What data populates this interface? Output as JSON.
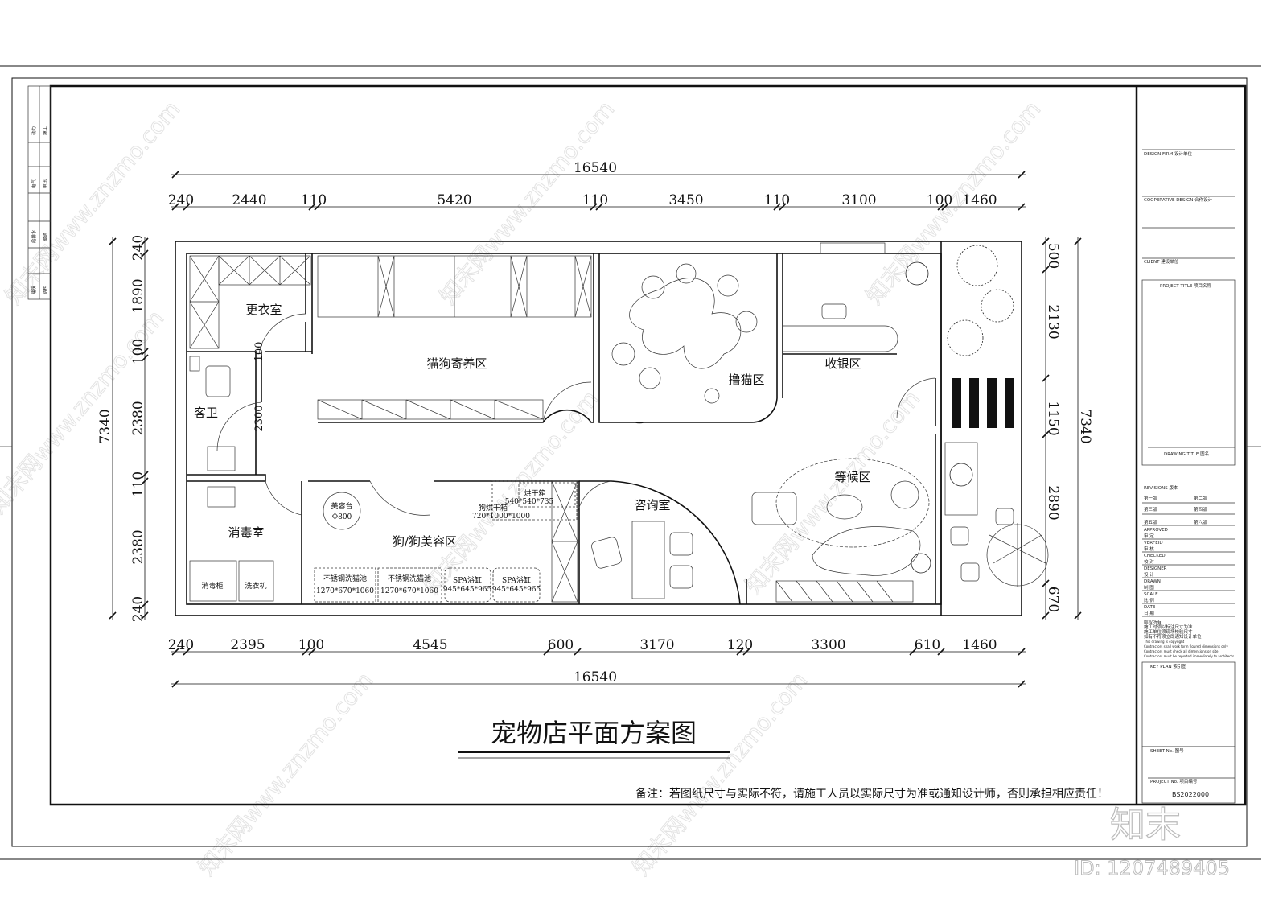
{
  "drawing": {
    "title": "宠物店平面方案图",
    "note": "备注：若图纸尺寸与实际不符，请施工人员以实际尺寸为准或通知设计师，否则承担相应责任！"
  },
  "dimensions": {
    "total_width": "16540",
    "total_height": "7340",
    "top": [
      "240",
      "2440",
      "110",
      "5420",
      "110",
      "3450",
      "110",
      "3100",
      "100",
      "1460"
    ],
    "bottom": [
      "240",
      "2395",
      "100",
      "4545",
      "600",
      "3170",
      "120",
      "3300",
      "610",
      "1460"
    ],
    "left": [
      "240",
      "1890",
      "100",
      "2380",
      "110",
      "2380",
      "240"
    ],
    "right": [
      "500",
      "2130",
      "1150",
      "2890",
      "670"
    ]
  },
  "rooms": {
    "changing": "更衣室",
    "boarding": "猫狗寄养区",
    "cat_play": "撸猫区",
    "cashier": "收银区",
    "guest_wc": "客卫",
    "disinfection": "消毒室",
    "grooming": "狗/狗美容区",
    "consult": "咨询室",
    "waiting": "等候区"
  },
  "fixtures": {
    "sterilizer": "消毒柜",
    "washer": "洗衣机",
    "grooming_table": "美容台",
    "grooming_table_size": "Φ800",
    "dryer": "烘干箱",
    "dryer_size": "540*540*735",
    "dog_dryer": "狗烘干箱",
    "dog_dryer_size": "720*1000*1000",
    "sink1": "不锈钢洗猫池",
    "sink1_size": "1270*670*1060",
    "sink2": "不锈钢洗猫池",
    "sink2_size": "1270*670*1060",
    "spa1": "SPA浴缸",
    "spa1_size": "945*645*965",
    "spa2": "SPA浴缸",
    "spa2_size": "945*645*965",
    "inner_dim_1": "100",
    "inner_dim_2": "2300"
  },
  "left_strip": [
    "动力",
    "施工",
    "电气",
    "电讯",
    "给排水",
    "暖通",
    "建筑",
    "结构"
  ],
  "title_block": {
    "design_firm": "DESIGN FIRM   设计单位",
    "cooperative": "COOPERATIVE DESIGN   合作设计",
    "client": "CLIENT   建设单位",
    "project_title": "PROJECT TITLE   项目名称",
    "drawing_title": "DRAWING TITLE   图名",
    "revisions": "REVISIONS   版本",
    "rev": [
      "第一版",
      "第二版",
      "第三版",
      "第四版",
      "第五版",
      "第六版"
    ],
    "roles": [
      {
        "en": "APPROVED",
        "cn": "审  定"
      },
      {
        "en": "VERFEID",
        "cn": "审  核"
      },
      {
        "en": "CHECKED",
        "cn": "校  对"
      },
      {
        "en": "DESIGNER",
        "cn": "设  计"
      },
      {
        "en": "DRAWN",
        "cn": "制  图"
      },
      {
        "en": "SCALE",
        "cn": "比  例"
      },
      {
        "en": "DATE",
        "cn": "日  期"
      }
    ],
    "notes": [
      "版权所有",
      "施工时须以标注尺寸为准",
      "施工单位须现场校验尺寸",
      "如有不符须立即通知设计单位",
      "This drawing is copyright",
      "Contractors shall work form figured dimensions only",
      "Contractors must check all dimensions on site",
      "Contractors must be reported immediately to architects"
    ],
    "key_plan": "KEY PLAN   索引图",
    "sheet_no": "SHEET No.   图号",
    "project_no": "PROJECT No.   项目编号",
    "project_no_value": "BS2022000"
  },
  "watermark": {
    "logo": "知末",
    "id": "ID: 1207489405",
    "site": "知末网www.znzmo.com"
  }
}
